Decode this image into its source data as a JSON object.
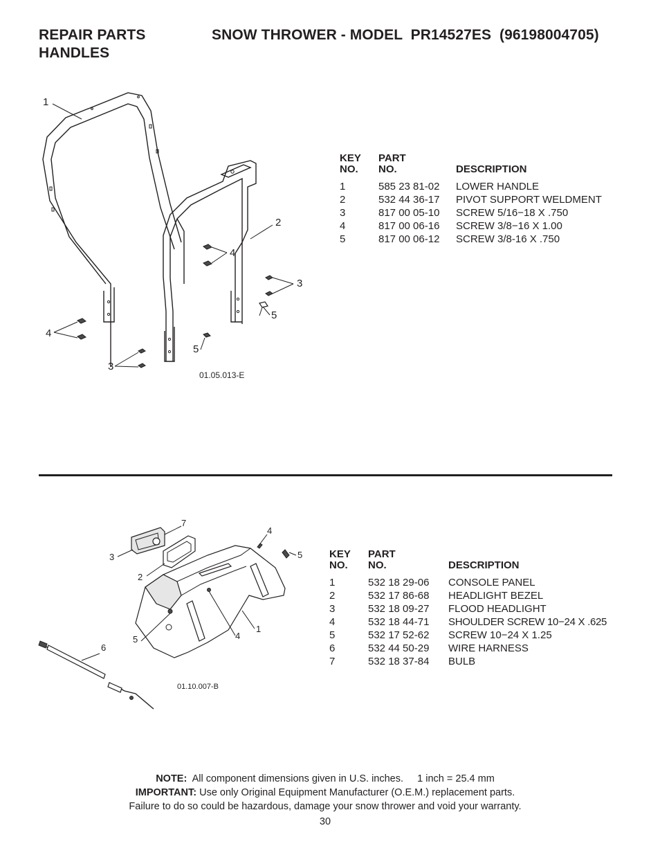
{
  "header": {
    "section_line1": "REPAIR PARTS",
    "section_line2": "HANDLES",
    "model_title": "SNOW THROWER - MODEL  PR14527ES  (96198004705)"
  },
  "handles": {
    "diagram_code": "01.05.013-E",
    "callouts": [
      "1",
      "2",
      "3",
      "4",
      "5",
      "4",
      "3",
      "5"
    ],
    "table": {
      "col_key_line1": "KEY",
      "col_key_line2": "NO.",
      "col_part_line1": "PART",
      "col_part_line2": "NO.",
      "col_desc": "DESCRIPTION",
      "rows": [
        {
          "key": "1",
          "part": "585 23 81-02",
          "desc": "LOWER HANDLE"
        },
        {
          "key": "2",
          "part": "532 44 36-17",
          "desc": "PIVOT SUPPORT WELDMENT"
        },
        {
          "key": "3",
          "part": "817 00 05-10",
          "desc": "SCREW 5/16−18 X .750"
        },
        {
          "key": "4",
          "part": "817 00 06-16",
          "desc": "SCREW 3/8−16 X 1.00"
        },
        {
          "key": "5",
          "part": "817 00 06-12",
          "desc": "SCREW 3/8-16 X .750"
        }
      ]
    }
  },
  "console": {
    "diagram_code": "01.10.007-B",
    "callouts": [
      "7",
      "4",
      "5",
      "3",
      "2",
      "5",
      "4",
      "1",
      "6"
    ],
    "table": {
      "col_key_line1": "KEY",
      "col_key_line2": "NO.",
      "col_part_line1": "PART",
      "col_part_line2": "NO.",
      "col_desc": "DESCRIPTION",
      "rows": [
        {
          "key": "1",
          "part": "532 18 29-06",
          "desc": "CONSOLE PANEL"
        },
        {
          "key": "2",
          "part": "532 17 86-68",
          "desc": "HEADLIGHT BEZEL"
        },
        {
          "key": "3",
          "part": "532 18 09-27",
          "desc": "FLOOD HEADLIGHT"
        },
        {
          "key": "4",
          "part": "532 18 44-71",
          "desc": "SHOULDER SCREW 10−24 X .625"
        },
        {
          "key": "5",
          "part": "532 17 52-62",
          "desc": "SCREW 10−24 X 1.25"
        },
        {
          "key": "6",
          "part": "532 44 50-29",
          "desc": "WIRE HARNESS"
        },
        {
          "key": "7",
          "part": "532 18 37-84",
          "desc": "BULB"
        }
      ]
    }
  },
  "footer": {
    "note_label": "NOTE:",
    "note_text": "All component dimensions given in U.S. inches.     1 inch = 25.4 mm",
    "important_label": "IMPORTANT:",
    "important_text": "Use only Original Equipment Manufacturer (O.E.M.) replacement parts.",
    "warning_text": "Failure to do so could be hazardous, damage your snow thrower and void your warranty.",
    "page_number": "30"
  }
}
